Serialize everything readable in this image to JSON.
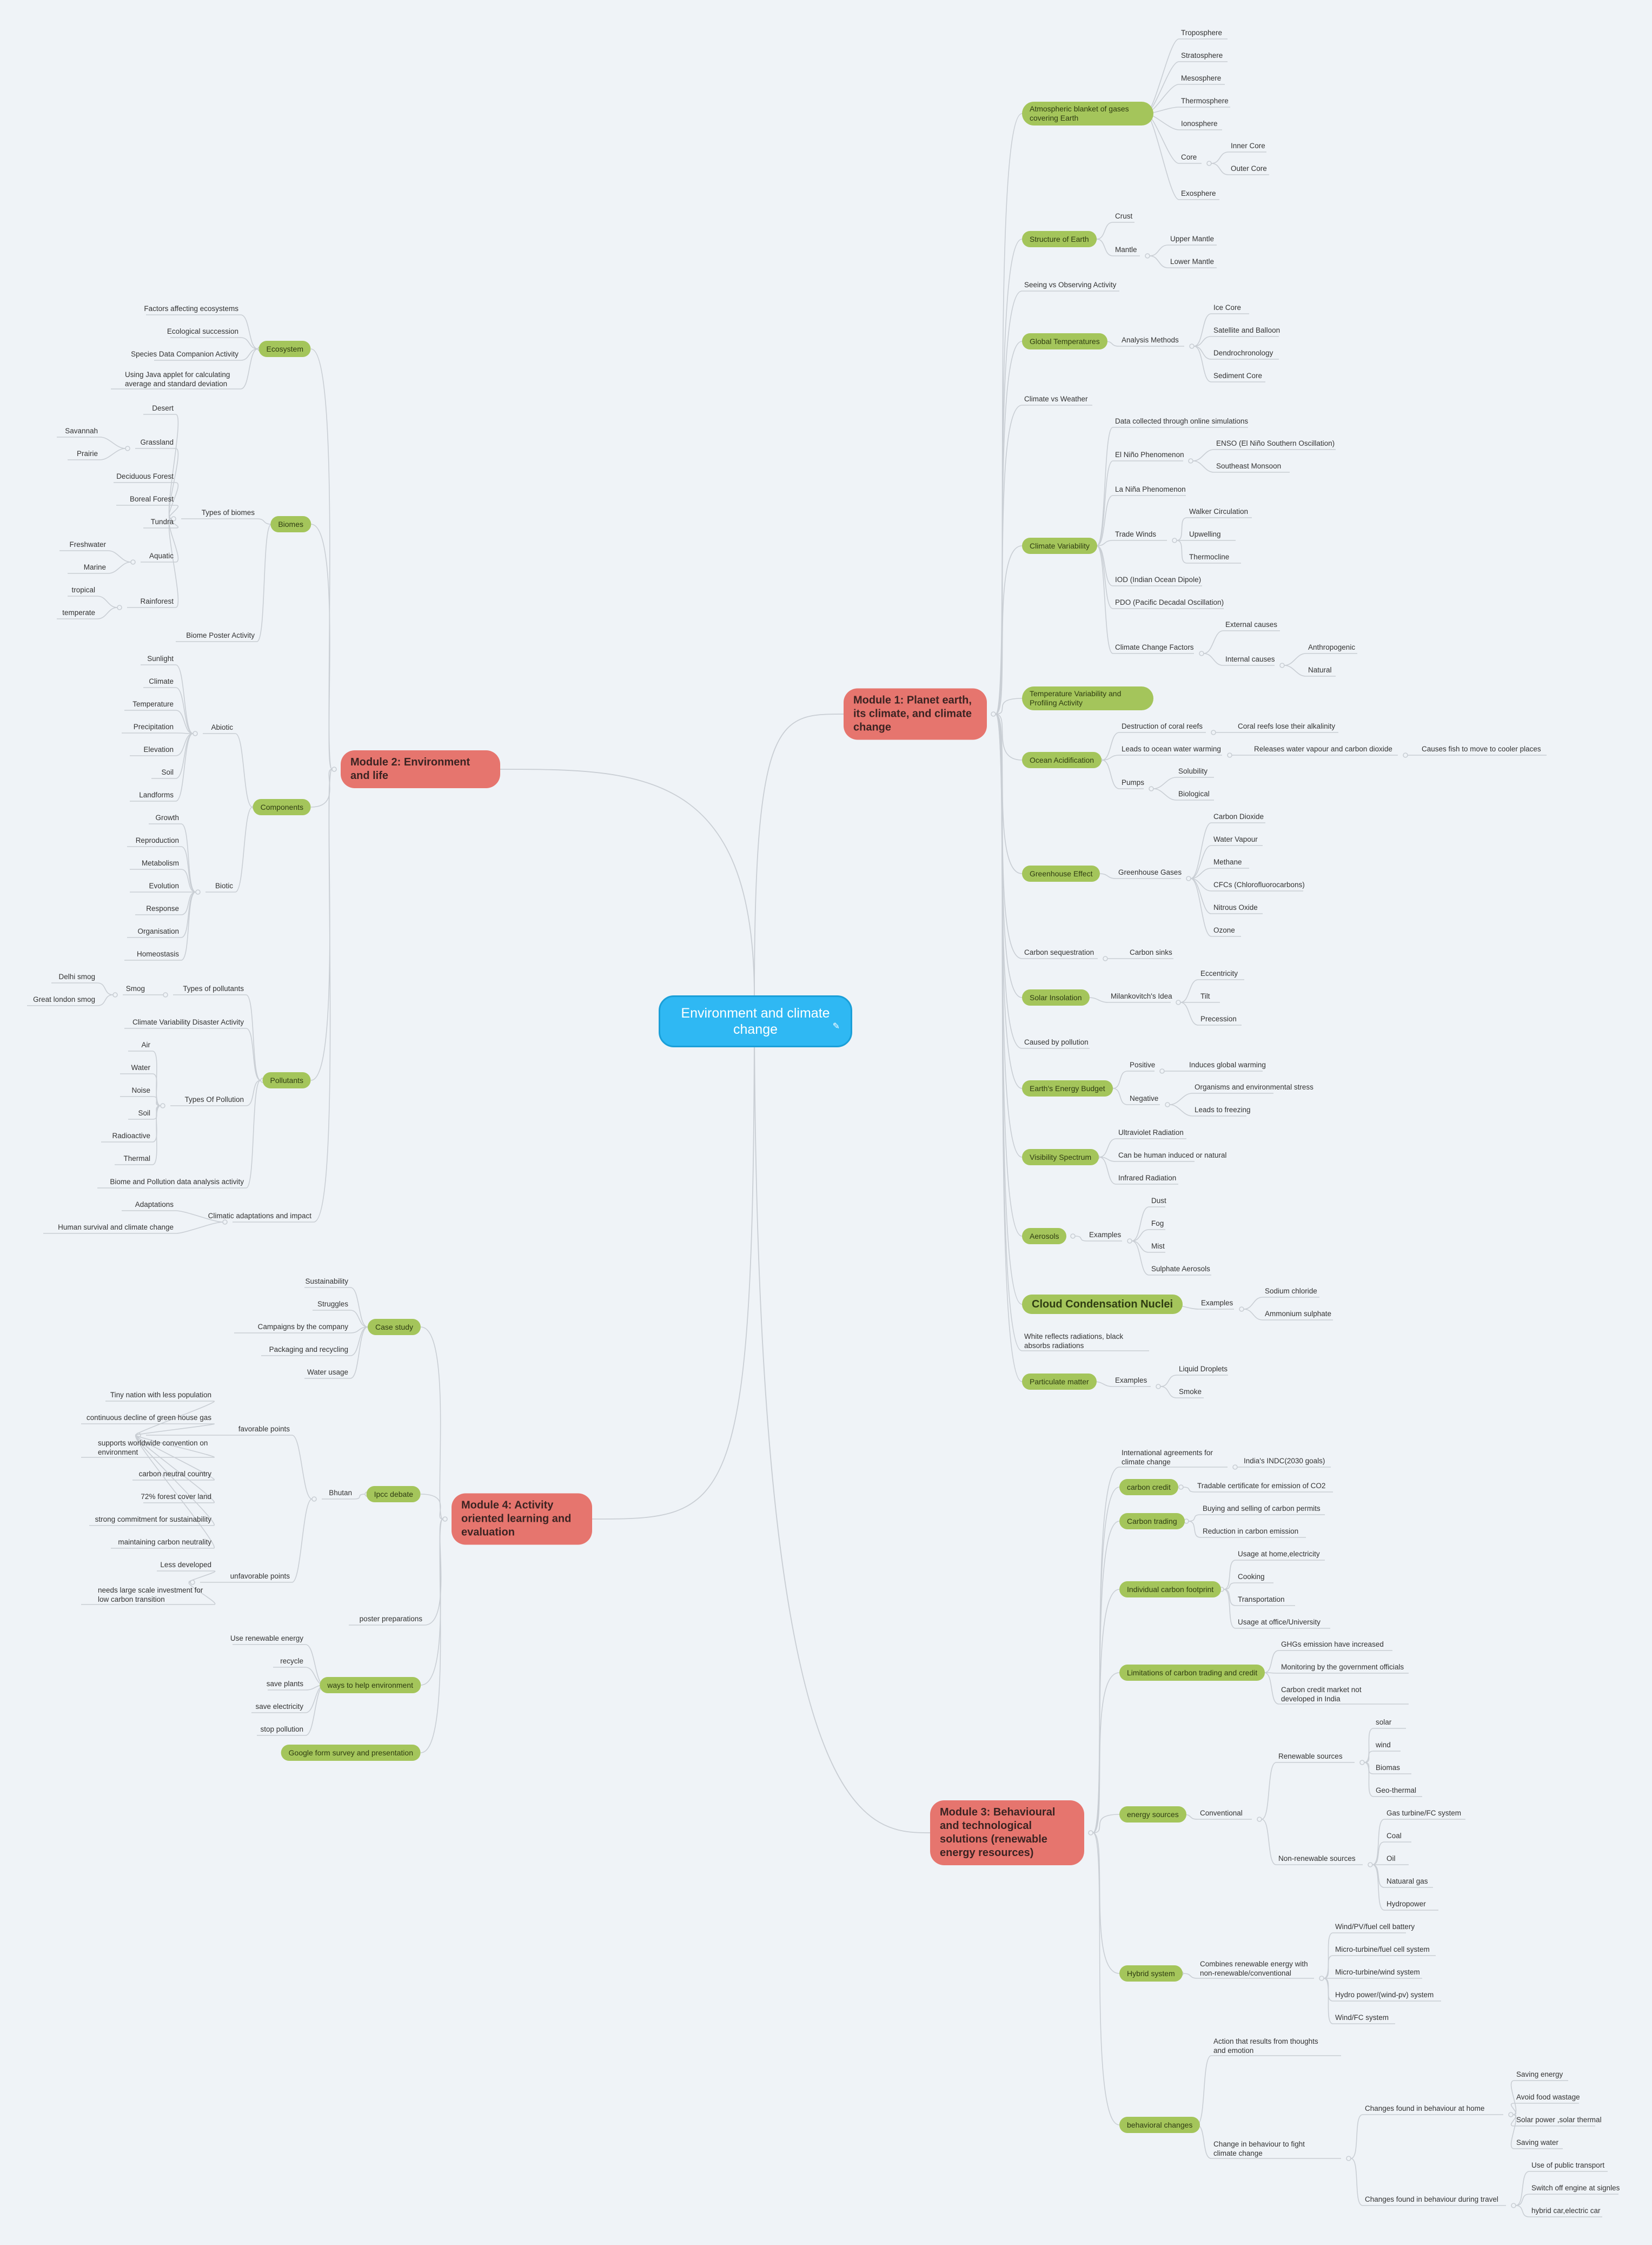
{
  "root": {
    "label": "Environment and climate change",
    "icon": "note-icon"
  },
  "colors": {
    "background": "#eff3f7",
    "root": "#2fb8f3",
    "module": "#e6756e",
    "topic": "#a4c55b",
    "line": "#c9ced4"
  },
  "modules": [
    {
      "label": "Module 1: Planet earth, its climate, and climate change",
      "side": "right"
    },
    {
      "label": "Module 2: Environment and life",
      "side": "left"
    },
    {
      "label": "Module 3: Behavioural and technological solutions (renewable energy resources)",
      "side": "right"
    },
    {
      "label": "Module 4: Activity oriented learning and evaluation",
      "side": "left"
    }
  ],
  "nodes": [
    "Atmospheric blanket of gases covering Earth",
    "Troposphere",
    "Stratosphere",
    "Mesosphere",
    "Thermosphere",
    "Ionosphere",
    "Core",
    "Inner Core",
    "Outer Core",
    "Exosphere",
    "Structure of Earth",
    "Crust",
    "Mantle",
    "Upper Mantle",
    "Lower Mantle",
    "Seeing vs Observing Activity",
    "Global Temperatures",
    "Analysis Methods",
    "Ice Core",
    "Satellite and Balloon",
    "Dendrochronology",
    "Sediment Core",
    "Climate vs Weather",
    "Climate Variability",
    "Data collected through online simulations",
    "El Niño Phenomenon",
    "ENSO (El Niño Southern Oscillation)",
    "Southeast Monsoon",
    "La Niña Phenomenon",
    "Trade Winds",
    "Walker Circulation",
    "Upwelling",
    "Thermocline",
    "IOD (Indian Ocean Dipole)",
    "PDO (Pacific Decadal Oscillation)",
    "Climate Change Factors",
    "External causes",
    "Internal causes",
    "Anthropogenic",
    "Natural",
    "Temperature Variability and Profiling Activity",
    "Ocean Acidification",
    "Destruction of coral reefs",
    "Coral reefs lose their alkalinity",
    "Leads to ocean water warming",
    "Releases water vapour and carbon dioxide",
    "Causes fish to move to cooler places",
    "Pumps",
    "Solubility",
    "Biological",
    "Greenhouse Effect",
    "Greenhouse Gases",
    "Carbon Dioxide",
    "Water Vapour",
    "Methane",
    "CFCs (Chlorofluorocarbons)",
    "Nitrous Oxide",
    "Ozone",
    "Carbon sequestration",
    "Carbon sinks",
    "Solar Insolation",
    "Milankovitch's Idea",
    "Eccentricity",
    "Tilt",
    "Precession",
    "Caused by pollution",
    "Earth's Energy Budget",
    "Positive",
    "Induces global warming",
    "Negative",
    "Organisms and environmental stress",
    "Leads to freezing",
    "Visibility Spectrum",
    "Ultraviolet Radiation",
    "Can be human induced or natural",
    "Infrared Radiation",
    "Aerosols",
    "Examples",
    "Dust",
    "Fog",
    "Mist",
    "Sulphate Aerosols",
    "Cloud Condensation Nuclei",
    "Examples",
    "Sodium chloride",
    "Ammonium sulphate",
    "White reflects radiations, black absorbs radiations",
    "Particulate matter",
    "Examples",
    "Liquid Droplets",
    "Smoke",
    "Ecosystem",
    "Factors affecting ecosystems",
    "Ecological succession",
    "Species Data Companion Activity",
    "Using Java applet for calculating average and standard deviation",
    "Biomes",
    "Types of biomes",
    "Desert",
    "Grassland",
    "Savannah",
    "Prairie",
    "Deciduous Forest",
    "Boreal Forest",
    "Tundra",
    "Aquatic",
    "Freshwater",
    "Marine",
    "Rainforest",
    "tropical",
    "temperate",
    "Biome Poster Activity",
    "Components",
    "Abiotic",
    "Sunlight",
    "Climate",
    "Temperature",
    "Precipitation",
    "Elevation",
    "Soil",
    "Landforms",
    "Biotic",
    "Growth",
    "Reproduction",
    "Metabolism",
    "Evolution",
    "Response",
    "Organisation",
    "Homeostasis",
    "Pollutants",
    "Types of pollutants",
    "Smog",
    "Delhi smog",
    "Great london smog",
    "Climate Variability Disaster Activity",
    "Types Of Pollution",
    "Air",
    "Water",
    "Noise",
    "Soil",
    "Radioactive",
    "Thermal",
    "Biome and Pollution data analysis activity",
    "Climatic adaptations and impact",
    "Adaptations",
    "Human survival and climate change",
    "International agreements for climate change",
    "India's INDC(2030 goals)",
    "carbon credit",
    "Tradable certificate for emission of CO2",
    "Carbon trading",
    "Buying and selling of carbon permits",
    "Reduction in carbon emission",
    "Individual carbon footprint",
    "Usage at home,electricity",
    "Cooking",
    "Transportation",
    "Usage at office/University",
    "Limitations of carbon trading and credit",
    "GHGs emission have increased",
    "Monitoring by the government officials",
    "Carbon credit market not developed in India",
    "energy sources",
    "Conventional",
    "Renewable sources",
    "solar",
    "wind",
    "Biomas",
    "Geo-thermal",
    "Non-renewable sources",
    "Gas turbine/FC system",
    "Coal",
    "Oil",
    "Natuaral gas",
    "Hydropower",
    "Hybrid system",
    "Combines renewable energy with non-renewable/conventional",
    "Wind/PV/fuel cell battery",
    "Micro-turbine/fuel cell system",
    "Micro-turbine/wind system",
    "Hydro power/(wind-pv) system",
    "Wind/FC system",
    "behavioral changes",
    "Action that results from thoughts and emotion",
    "Change in behaviour to fight climate change",
    "Changes found in behaviour at home",
    "Saving energy",
    "Avoid food wastage",
    "Solar power ,solar thermal",
    "Saving water",
    "Changes found  in behaviour during travel",
    "Use of public transport",
    "Switch off engine at signles",
    "hybrid car,electric car",
    "Case study",
    "Sustainability",
    "Struggles",
    "Campaigns by the company",
    "Packaging and recycling",
    "Water usage",
    "Ipcc debate",
    "Bhutan",
    "favorable points",
    "Tiny nation with less population",
    "continuous decline of green house gas",
    "supports worldwide convention on environment",
    "carbon neutral country",
    "72% forest cover land",
    "strong commitment for sustainability",
    "maintaining carbon neutrality",
    "unfavorable points",
    "Less developed",
    "needs large scale investment for low carbon transition",
    "poster preparations",
    "ways to help environment",
    "Use renewable energy",
    "recycle",
    "save plants",
    "save electricity",
    "stop pollution",
    "Google form survey and presentation"
  ]
}
